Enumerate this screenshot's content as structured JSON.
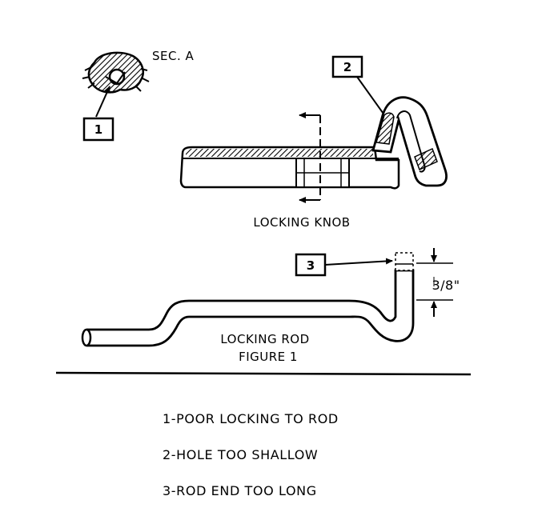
{
  "section_label": "SEC. A",
  "callouts": {
    "c1": "1",
    "c2": "2",
    "c3": "3"
  },
  "knob_label": "LOCKING KNOB",
  "rod_label": "LOCKING ROD",
  "figure_label": "FIGURE 1",
  "dimension": "3/8\"",
  "legend": [
    "1-POOR LOCKING TO ROD",
    "2-HOLE TOO SHALLOW",
    "3-ROD END TOO  LONG"
  ]
}
